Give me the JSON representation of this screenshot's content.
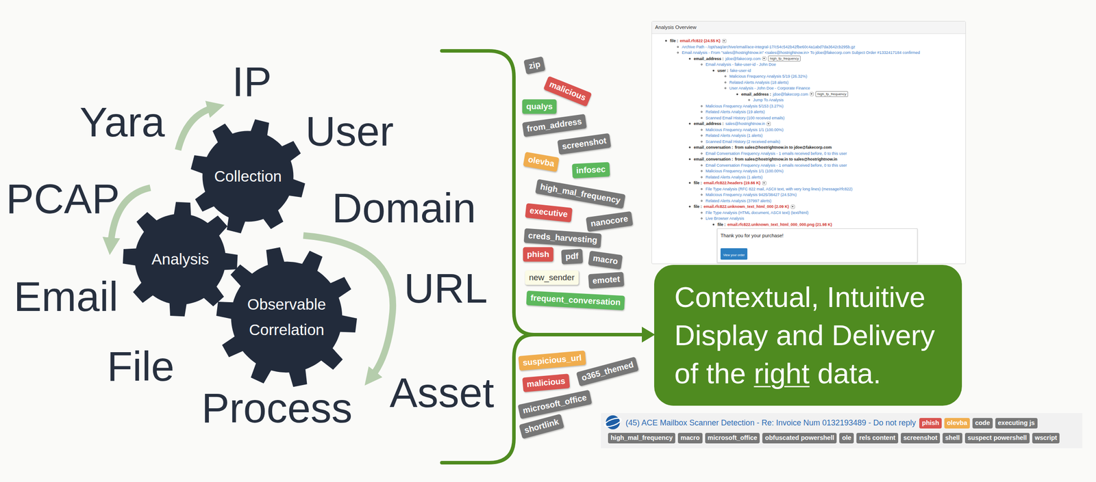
{
  "diagram": {
    "nodes": [
      {
        "text": [
          "Collection"
        ]
      },
      {
        "text": [
          "Analysis"
        ]
      },
      {
        "text": [
          "Observable Correlation"
        ]
      },
      {
        "text": [
          "zip"
        ]
      },
      {
        "text": [
          "malicious"
        ]
      },
      {
        "text": [
          "qualys"
        ]
      },
      {
        "text": [
          "from_address"
        ]
      },
      {
        "text": [
          "screenshot"
        ]
      },
      {
        "text": [
          "olevba"
        ]
      },
      {
        "text": [
          "infosec"
        ]
      },
      {
        "text": [
          "high_mal_frequency"
        ]
      },
      {
        "text": [
          "executive"
        ]
      },
      {
        "text": [
          "nanocore"
        ]
      },
      {
        "text": [
          "creds_harvesting"
        ]
      },
      {
        "text": [
          "phish"
        ]
      },
      {
        "text": [
          "pdf"
        ]
      },
      {
        "text": [
          "macro"
        ]
      },
      {
        "text": [
          "new_sender"
        ]
      },
      {
        "text": [
          "emotet"
        ]
      },
      {
        "text": [
          "frequent_conversation"
        ]
      },
      {
        "text": [
          "suspicious_url"
        ]
      },
      {
        "text": [
          "malicious"
        ]
      },
      {
        "text": [
          "o365_themed"
        ]
      },
      {
        "text": [
          "microsoft_office"
        ]
      },
      {
        "text": [
          "shortlink"
        ]
      },
      {
        "text": [
          "Analysis Overview",
          "file :",
          "email.rfc822 (24.55 K)",
          "Archive Path - /opt/saq/archive/email/ace-integral-17/c54c542b42fbe60c4a1abd7da3642cb295b.gz",
          "Email Analysis - From \"sales@hostrightnow.in\" <sales@hostrightnow.in> To jdoe@fakecorp.com Subject Order #1332417184 confirmed",
          "email_address :",
          "jdoe@fakecorp.com",
          "high_fp_frequency",
          "Email Analysis - fake-user-id - John Doe",
          "user :",
          "fake-user-id",
          "Malicious Frequency Analysis 5/19 (26.32%)",
          "Related Alerts Analysis (18 alerts)",
          "User Analysis - John Doe - Corporate Finance",
          "email_address :",
          "jdoe@fakecorp.com",
          "high_fp_frequency",
          "Jump To Analysis",
          "Malicious Frequency Analysis 5/153 (3.27%)",
          "Related Alerts Analysis (19 alerts)",
          "Scanned Email History (100 received emails)",
          "email_address :",
          "sales@hostrightnow.in",
          "Malicious Frequency Analysis 1/1 (100.00%)",
          "Related Alerts Analysis (1 alerts)",
          "Scanned Email History (2 received emails)",
          "email_conversation :",
          "from sales@hostrightnow.in to jdoe@fakecorp.com",
          "Email Conversation Frequency Analysis - 1 emails received before, 0 to this user",
          "email_conversation :",
          "from sales@hostrightnow.in to sales@hostrightnow.in",
          "Email Conversation Frequency Analysis - 1 emails received before, 0 to this user",
          "Malicious Frequency Analysis 1/1 (100.00%)",
          "Related Alerts Analysis (1 alerts)",
          "file :",
          "email.rfc822.headers (19.66 K)",
          "File Type Analysis (RFC 822 mail, ASCII text, with very long lines) (message/rfc822)",
          "Malicious Frequency Analysis 9425/38427 (24.53%)",
          "Related Alerts Analysis (37997 alerts)",
          "file :",
          "email.rfc822.unknown_text_html_000 (2.09 K)",
          "File Type Analysis (HTML document, ASCII text) (text/html)",
          "Live Browser Analysis",
          "file :",
          "email.rfc822.unknown_text_html_000_000.png (21.98 K)"
        ]
      },
      {
        "text": [
          "Thank you for your purchase!"
        ],
        "in": 25
      },
      {
        "text": [
          "View your order"
        ],
        "in": 26
      },
      {
        "text": [
          "Contextual, Intuitive Display and Delivery of the",
          "right",
          "data."
        ]
      },
      {
        "text": [
          "phish"
        ]
      },
      {
        "text": [
          "olevba"
        ]
      },
      {
        "text": [
          "code"
        ]
      },
      {
        "text": [
          "executing js"
        ]
      },
      {
        "text": [
          "high_mal_frequency"
        ]
      },
      {
        "text": [
          "macro"
        ]
      },
      {
        "text": [
          "microsoft_office"
        ]
      },
      {
        "text": [
          "obfuscated powershell"
        ]
      },
      {
        "text": [
          "ole"
        ]
      },
      {
        "text": [
          "rels content"
        ]
      },
      {
        "text": [
          "screenshot"
        ]
      },
      {
        "text": [
          "shell"
        ]
      },
      {
        "text": [
          "suspect powershell"
        ]
      },
      {
        "text": [
          "wscript"
        ]
      }
    ],
    "labels": [
      "IP",
      "Yara",
      "User",
      "PCAP",
      "Domain",
      "Email",
      "URL",
      "File",
      "Process",
      "Asset",
      "(45) ACE Mailbox Scanner Detection - Re: Invoice Num 0132193489 - Do not reply"
    ]
  }
}
